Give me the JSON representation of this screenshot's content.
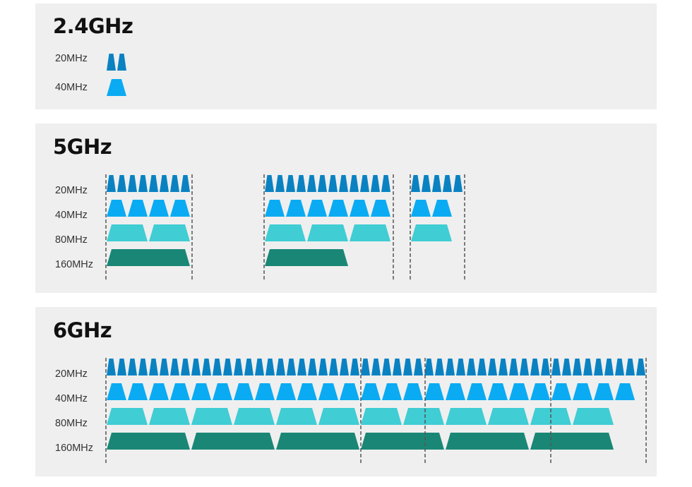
{
  "bands": [
    {
      "id": "2g",
      "title": "2.4GHz",
      "widths": [
        "20MHz",
        "40MHz"
      ]
    },
    {
      "id": "5g",
      "title": "5GHz",
      "widths": [
        "20MHz",
        "40MHz",
        "80MHz",
        "160MHz"
      ]
    },
    {
      "id": "6g",
      "title": "6GHz",
      "widths": [
        "20MHz",
        "40MHz",
        "80MHz",
        "160MHz"
      ]
    }
  ],
  "colors": {
    "panel_bg": "#efefef",
    "ch20": "#0a82c2",
    "ch40": "#0aabf2",
    "ch80": "#40cdd4",
    "ch160": "#1a8776",
    "divider": "#555555"
  },
  "channel_counts": {
    "2g": {
      "ch20": 2,
      "ch40": 1
    },
    "5g": {
      "groups": [
        {
          "ch20": 8,
          "ch40": 4,
          "ch80": 2,
          "ch160": 1
        },
        {
          "ch20": 12,
          "ch40": 6,
          "ch80": 3,
          "ch160": 1
        },
        {
          "ch20": 5,
          "ch40": 2,
          "ch80": 1,
          "ch160": 0
        }
      ]
    },
    "6g": {
      "ch20": 51,
      "ch40": 25,
      "ch80": 12,
      "ch160": 6
    }
  }
}
